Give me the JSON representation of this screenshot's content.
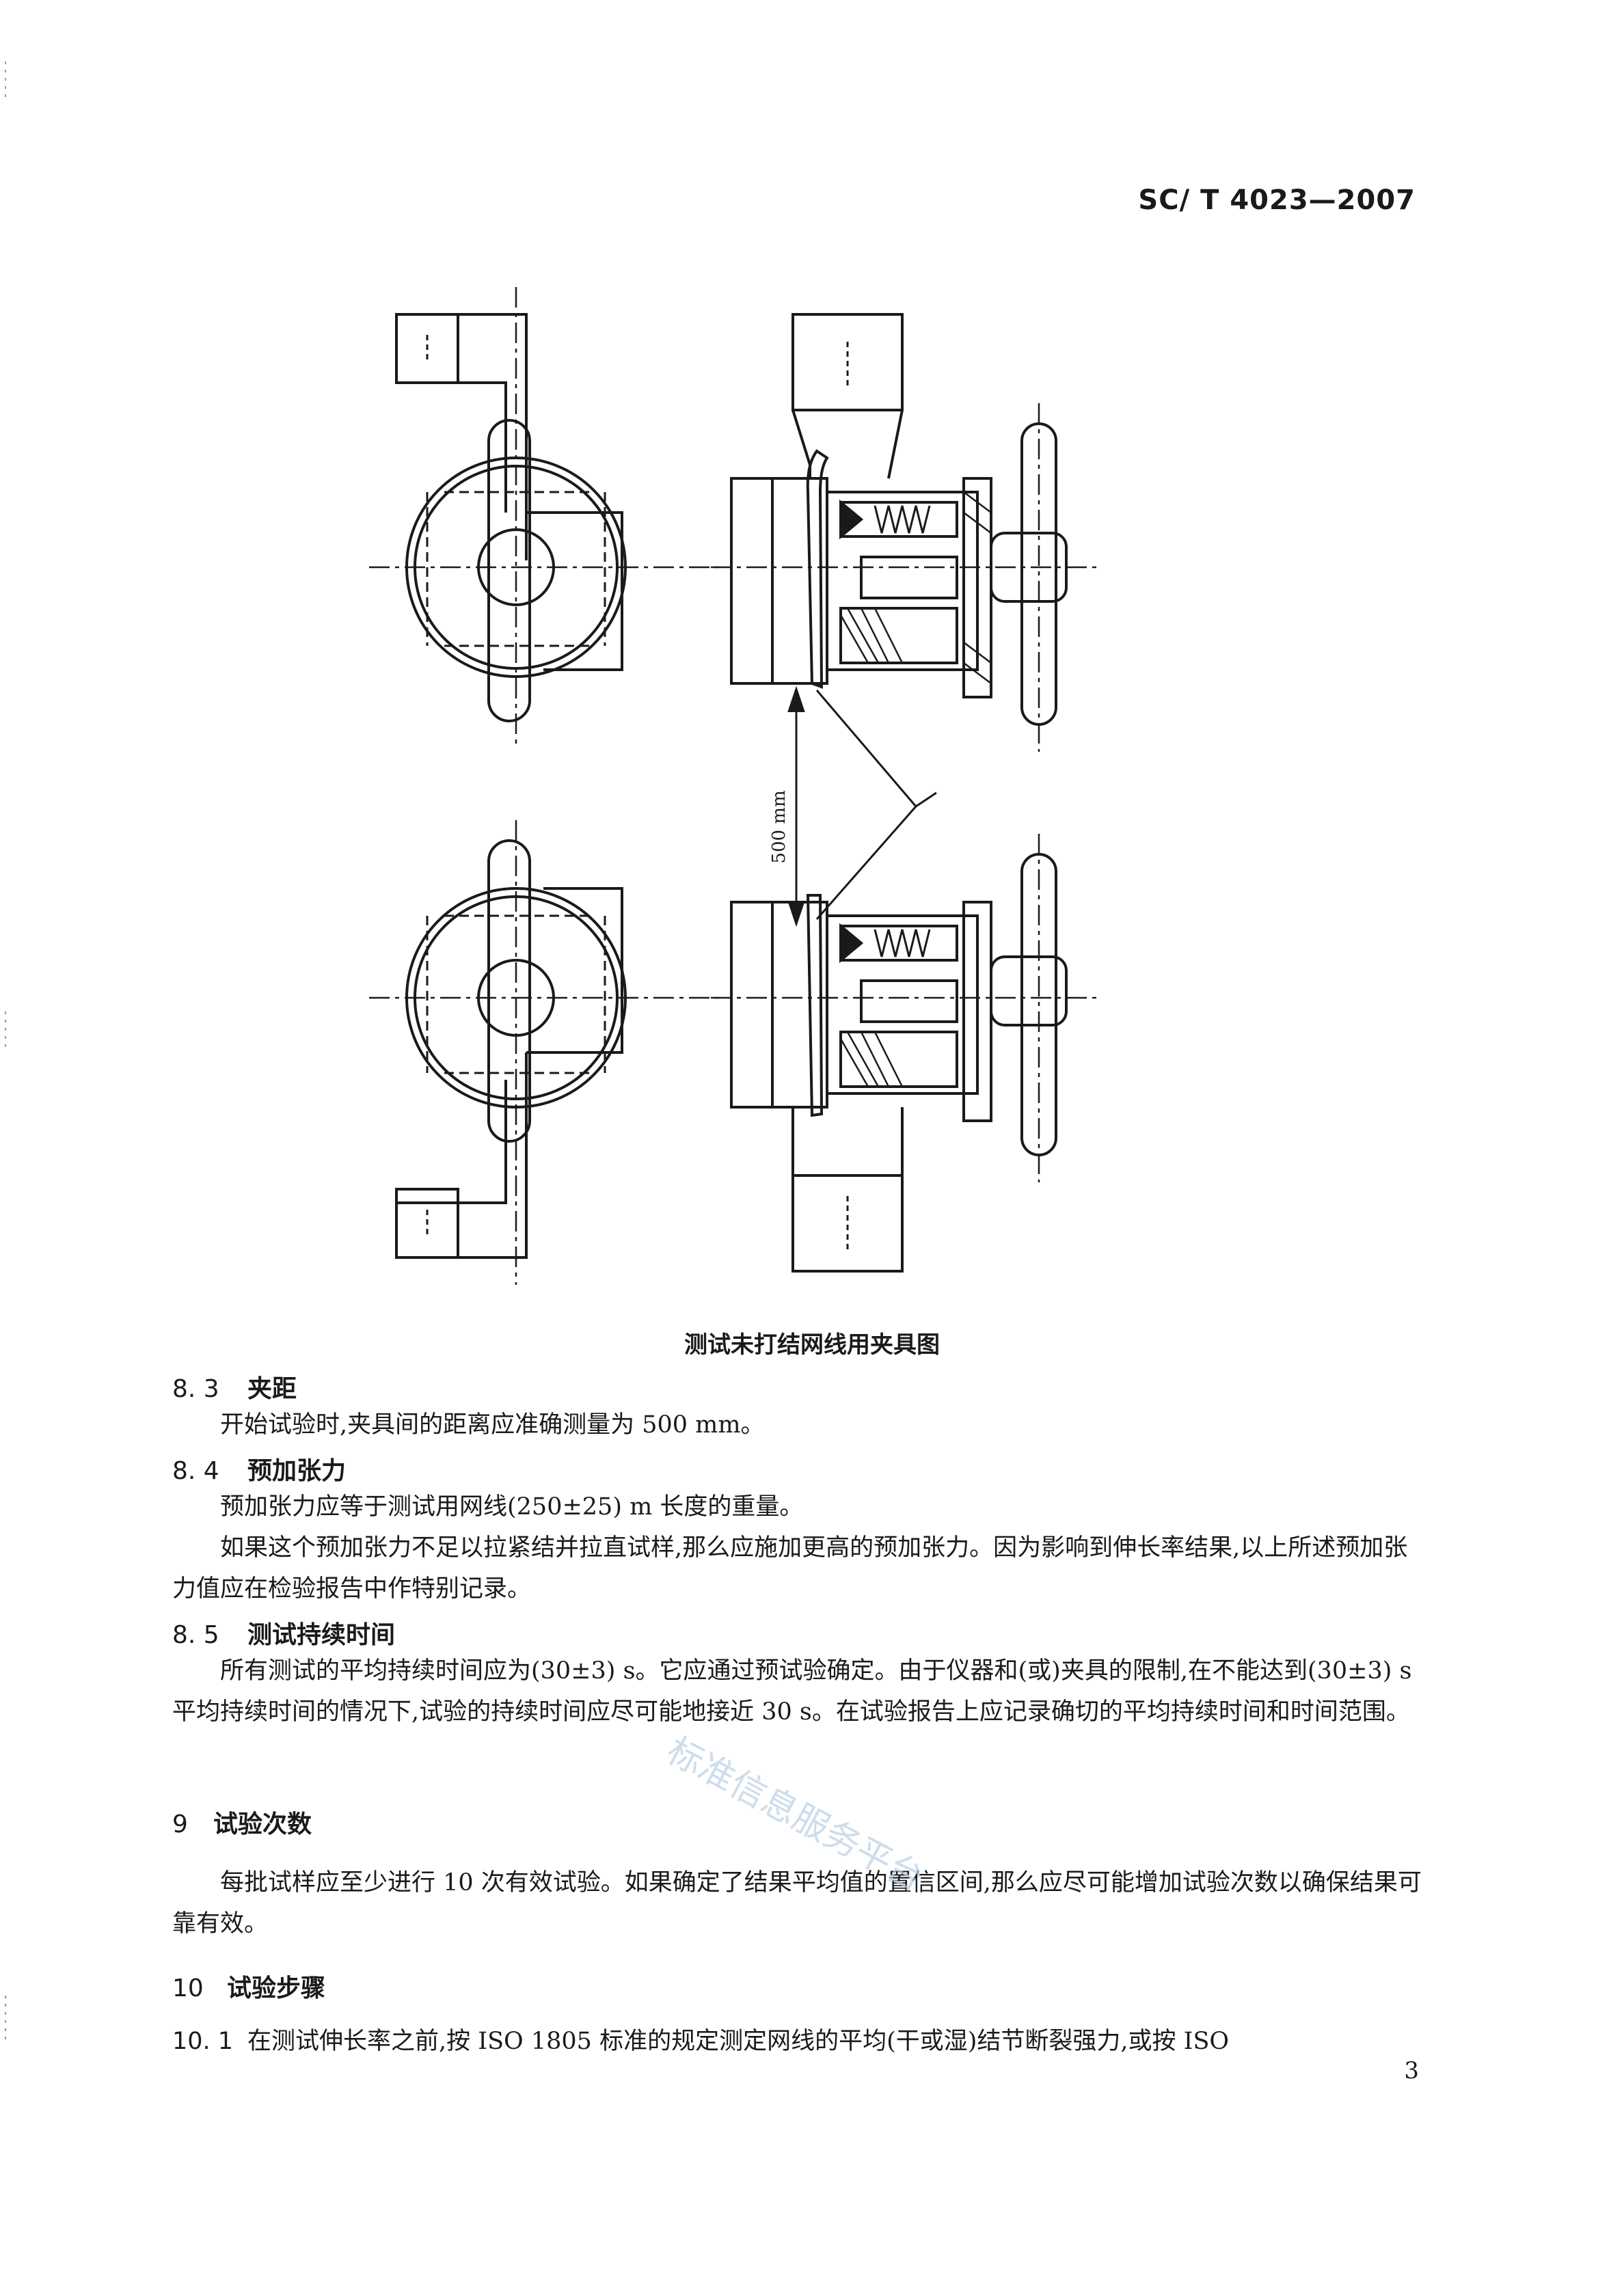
{
  "header": {
    "standard_code": "SC/ T 4023—2007"
  },
  "figure": {
    "dimension_label": "500 mm",
    "caption": "测试未打结网线用夹具图"
  },
  "sections": [
    {
      "num": "8. 3",
      "title": "夹距"
    },
    {
      "num": "8. 4",
      "title": "预加张力"
    },
    {
      "num": "8. 5",
      "title": "测试持续时间"
    },
    {
      "num": "9",
      "title": "试验次数"
    },
    {
      "num": "10",
      "title": "试验步骤"
    }
  ],
  "paragraphs": [
    "开始试验时,夹具间的距离应准确测量为 500 mm。",
    "预加张力应等于测试用网线(250±25) m 长度的重量。",
    "如果这个预加张力不足以拉紧结并拉直试样,那么应施加更高的预加张力。因为影响到伸长率结果,以上所述预加张力值应在检验报告中作特别记录。",
    "所有测试的平均持续时间应为(30±3) s。它应通过预试验确定。由于仪器和(或)夹具的限制,在不能达到(30±3) s 平均持续时间的情况下,试验的持续时间应尽可能地接近 30 s。在试验报告上应记录确切的平均持续时间和时间范围。",
    "每批试样应至少进行 10 次有效试验。如果确定了结果平均值的置信区间,那么应尽可能增加试验次数以确保结果可靠有效。",
    "在测试伸长率之前,按 ISO 1805 标准的规定测定网线的平均(干或湿)结节断裂强力,或按 ISO"
  ],
  "clause_10_1_num": "10. 1",
  "page_number": "3",
  "watermark": "标准信息服务平台"
}
